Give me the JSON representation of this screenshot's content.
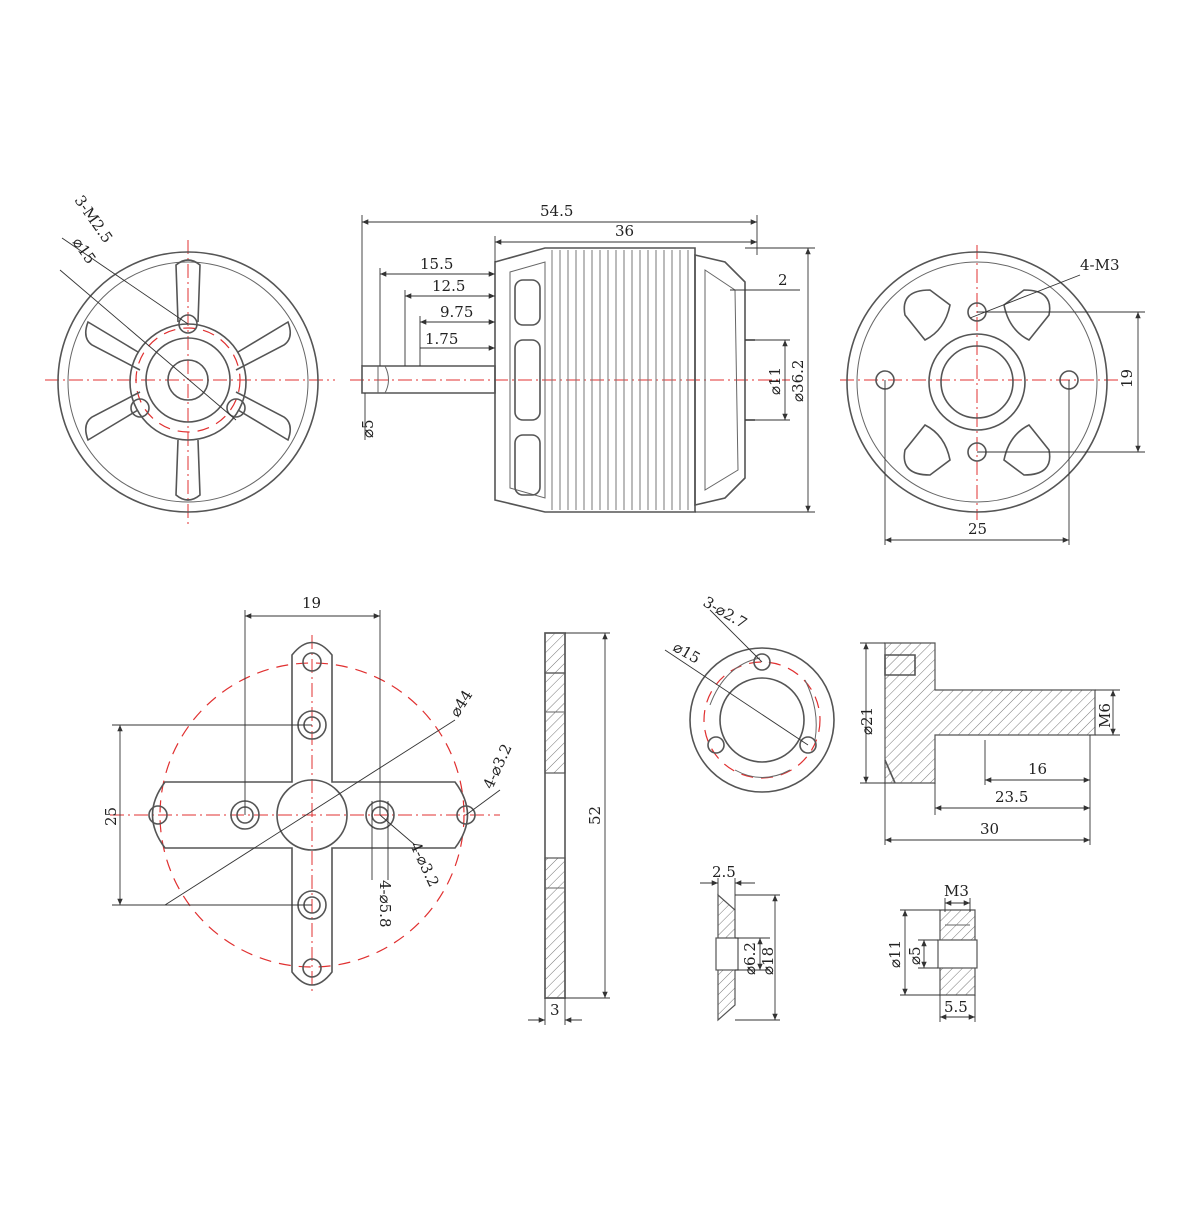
{
  "views": {
    "front": {
      "thread_label": "3-M2.5",
      "circle_label": "⌀15"
    },
    "side": {
      "overall_length": "54.5",
      "body_length": "36",
      "shaft_15_5": "15.5",
      "shaft_12_5": "12.5",
      "shaft_9_75": "9.75",
      "shaft_1_75": "1.75",
      "flange_2": "2",
      "shaft_dia": "⌀5",
      "boss_dia": "⌀11",
      "body_dia": "⌀36.2"
    },
    "rear": {
      "thread_label": "4-M3",
      "spacing_v": "19",
      "spacing_h": "25"
    },
    "cross_mount": {
      "spacing_top": "19",
      "spacing_side": "25",
      "circle_label": "⌀44",
      "hole_label_a": "4-⌀3.2",
      "hole_label_b": "4-⌀3.2",
      "counterbore_label": "4-⌀5.8"
    },
    "mount_section": {
      "height": "52",
      "thickness": "3"
    },
    "collet_plate": {
      "hole_label": "3-⌀2.7",
      "circle_label": "⌀15"
    },
    "prop_adapter": {
      "thread": "M6",
      "flange_dia": "⌀21",
      "len_16": "16",
      "len_23_5": "23.5",
      "len_30": "30"
    },
    "washer": {
      "thickness": "2.5",
      "inner_dia": "⌀6.2",
      "outer_dia": "⌀18"
    },
    "nut": {
      "thread": "M3",
      "outer_dia": "⌀11",
      "inner_dia": "⌀5",
      "width": "5.5"
    }
  }
}
